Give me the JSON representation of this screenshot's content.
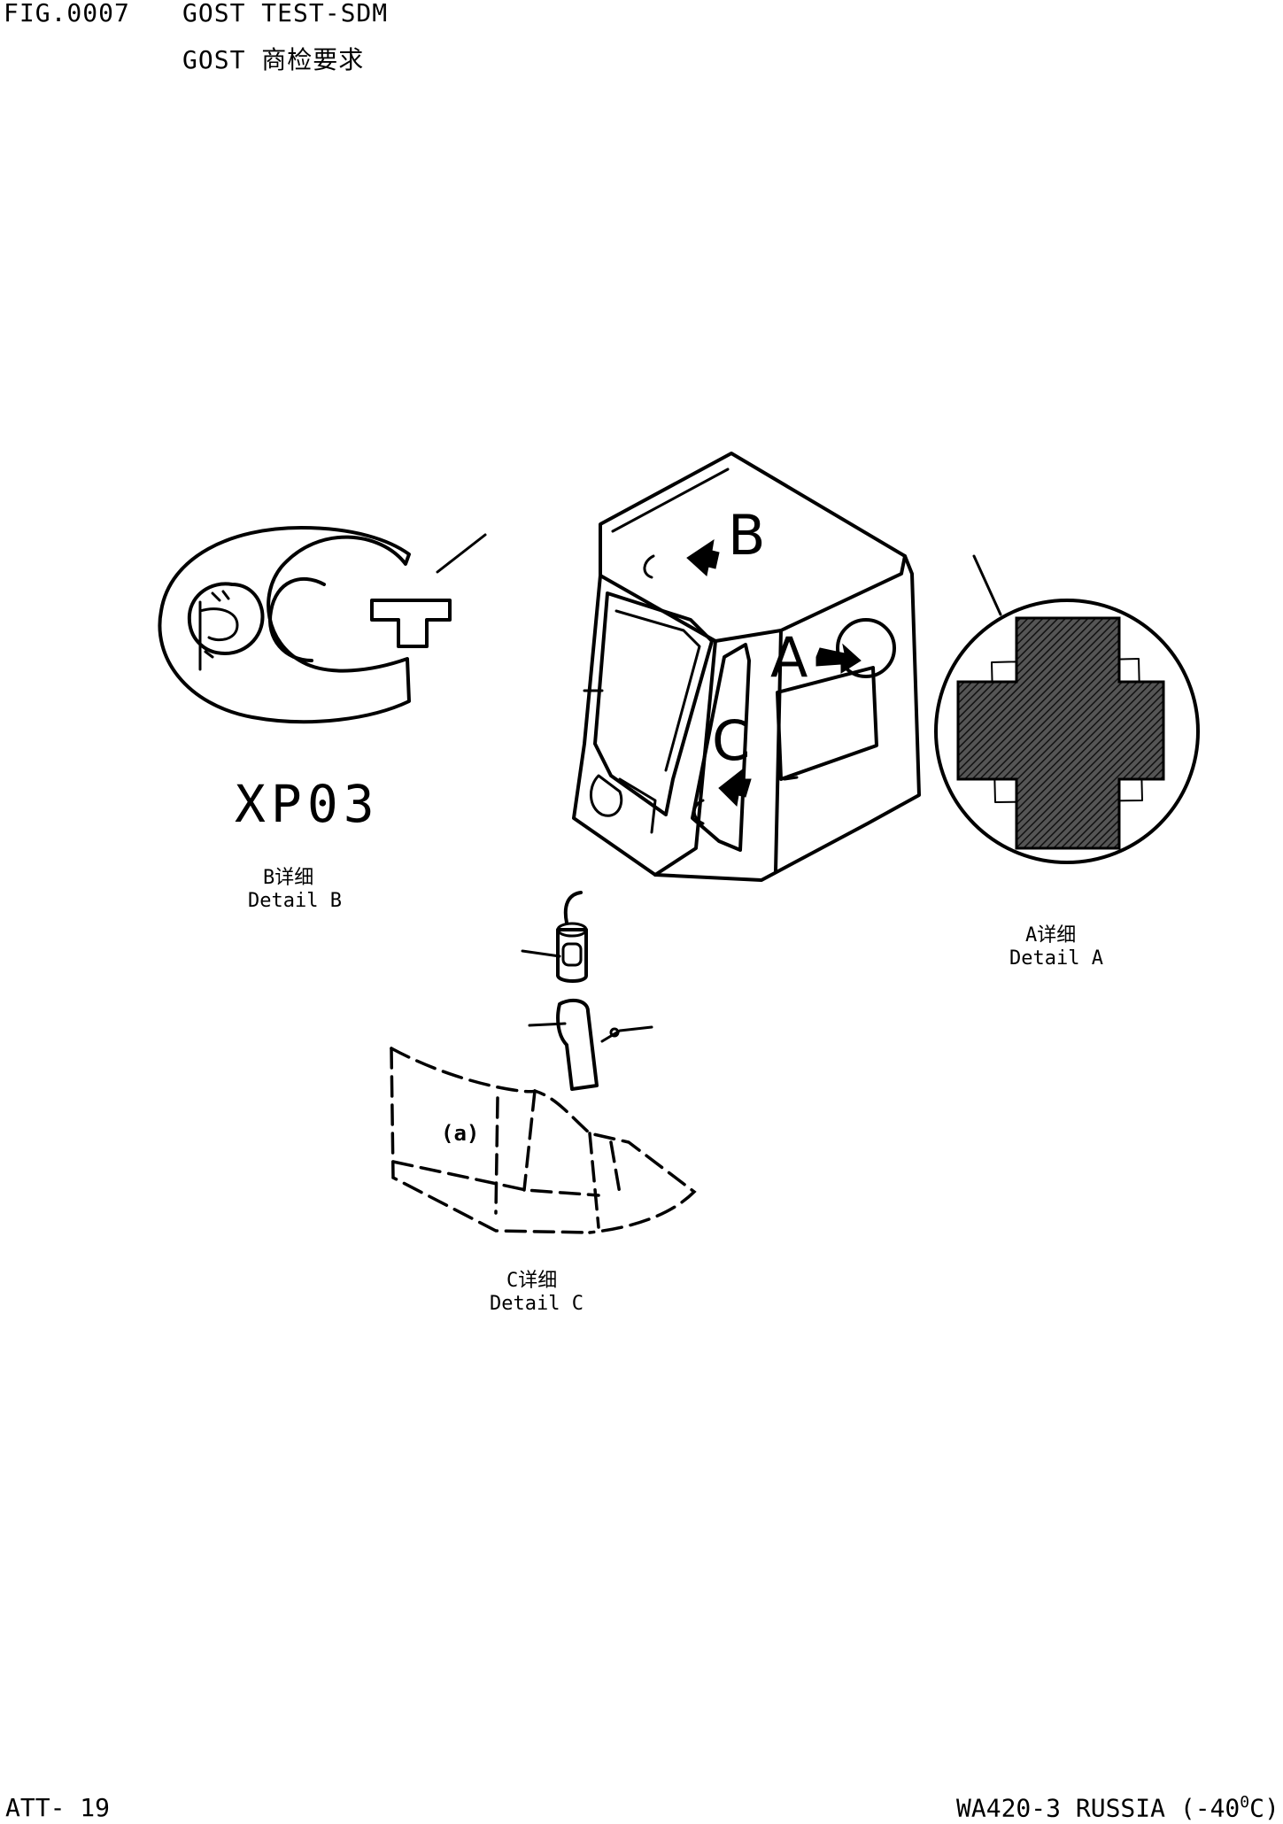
{
  "header": {
    "fig_number": "FIG.0007",
    "title_line1": "GOST TEST-SDM",
    "title_line2": "GOST 商检要求"
  },
  "details": {
    "b": {
      "mark_text": "XP03",
      "label_cn": "B详细",
      "label_en": "Detail B"
    },
    "a": {
      "label_cn": "A详细",
      "label_en": "Detail A"
    },
    "c": {
      "label_cn": "C详细",
      "label_en": "Detail C",
      "tag": "(a)"
    }
  },
  "cab_callouts": {
    "a": "A",
    "b": "B",
    "c": "C"
  },
  "footer": {
    "page": "ATT- 19",
    "model": "WA420-3 RUSSIA (-40",
    "degree": "0",
    "unit_close": "C)"
  }
}
